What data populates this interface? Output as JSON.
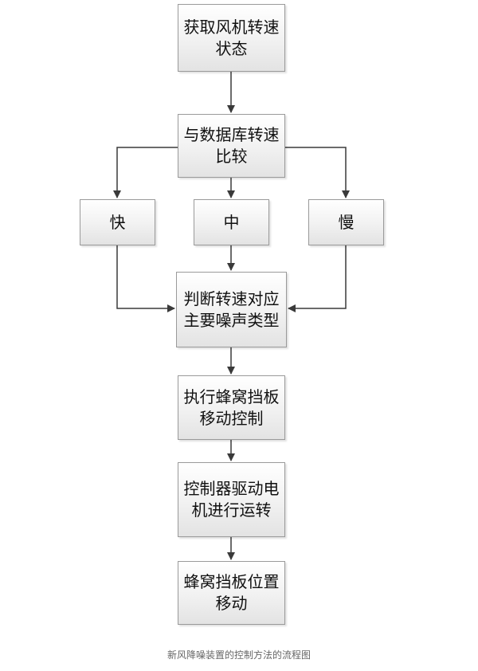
{
  "nodes": {
    "get_speed": "获取风机转速状态",
    "compare_db": "与数据库转速比较",
    "fast": "快",
    "medium": "中",
    "slow": "慢",
    "judge_noise": "判断转速对应主要噪声类型",
    "exec_baffle": "执行蜂窝挡板移动控制",
    "drive_motor": "控制器驱动电机进行运转",
    "baffle_move": "蜂窝挡板位置移动"
  },
  "caption": "新风降噪装置的控制方法的流程图",
  "colors": {
    "border": "#9a9a9a",
    "connector": "#3a3a3a",
    "caption": "#666666"
  }
}
